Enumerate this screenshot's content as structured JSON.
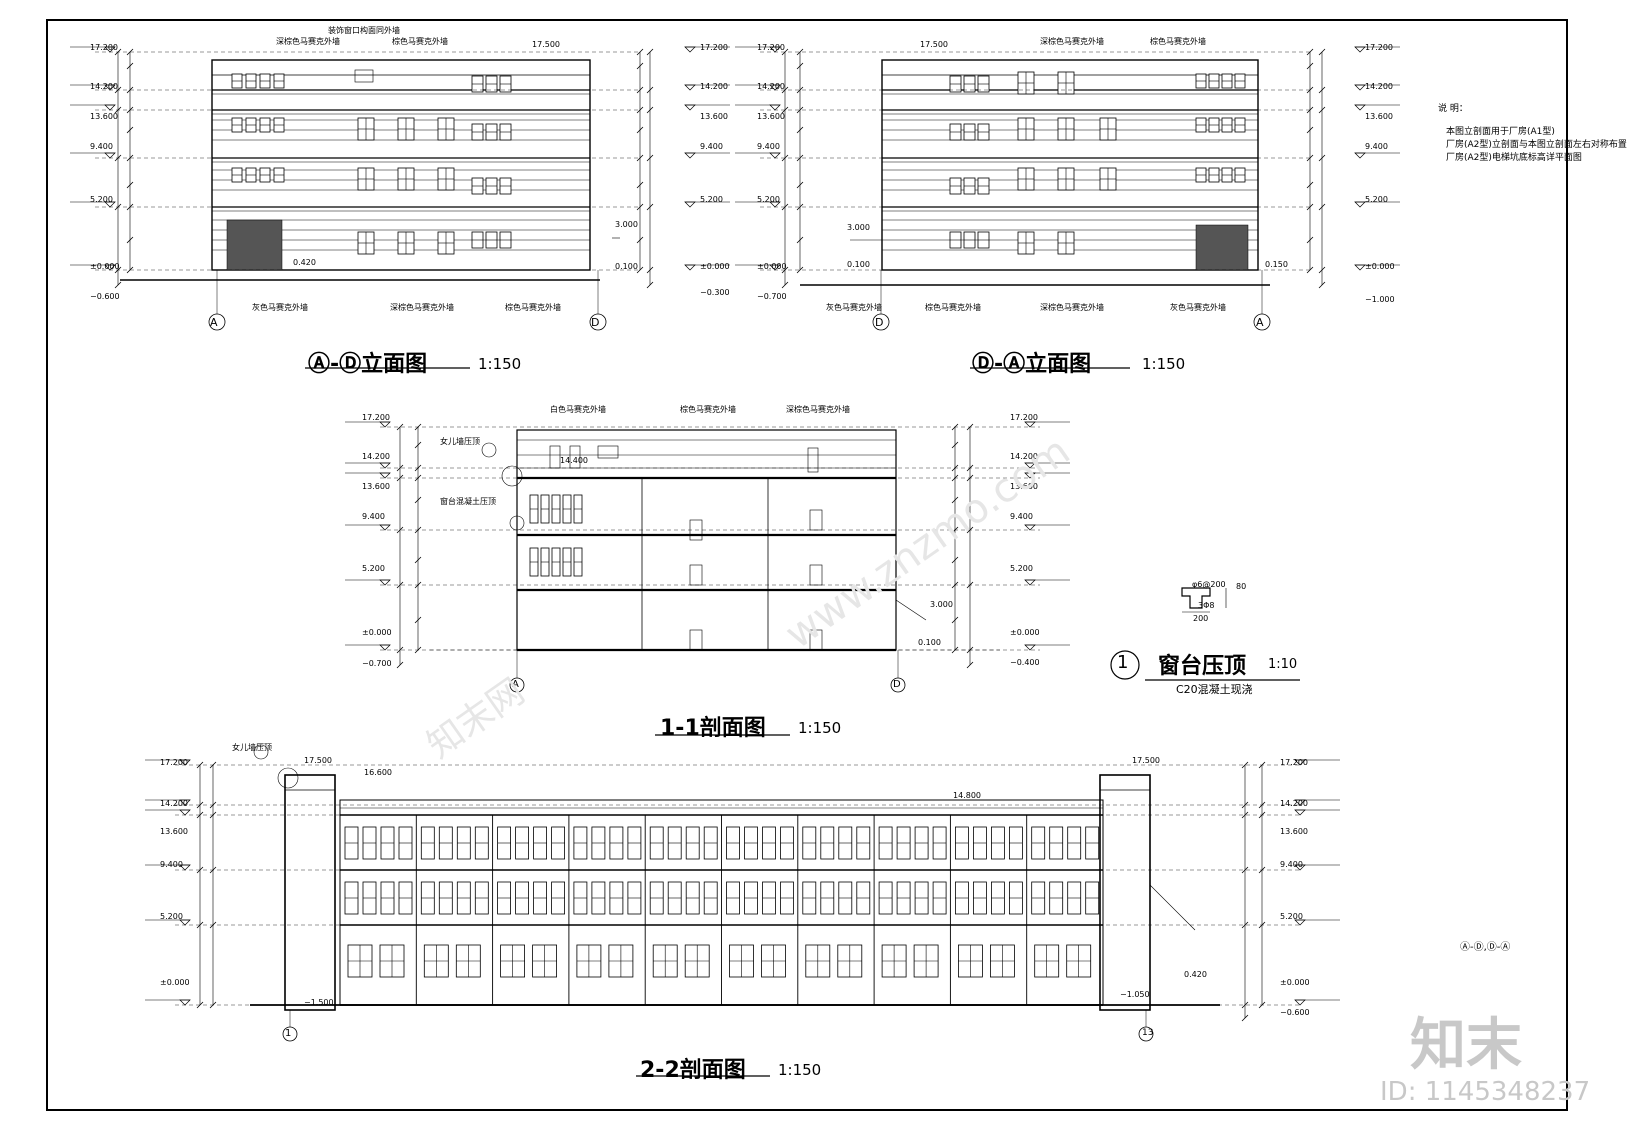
{
  "drawings": {
    "elev_ad": {
      "title": "Ⓐ-Ⓓ立面图",
      "scale": "1:150"
    },
    "elev_da": {
      "title": "Ⓓ-Ⓐ立面图",
      "scale": "1:150"
    },
    "sec_11": {
      "title": "1-1剖面图",
      "scale": "1:150"
    },
    "sec_22": {
      "title": "2-2剖面图",
      "scale": "1:150"
    },
    "detail": {
      "num": "1",
      "title": "窗台压顶",
      "scale": "1:10",
      "note": "C20混凝土现浇",
      "rebar": "φ6@200",
      "main_bar": "3Φ8",
      "width": "200",
      "height": "80"
    }
  },
  "notes": {
    "heading": "说 明：",
    "lines": [
      "本图立剖面用于厂房(A1型)",
      "厂房(A2型)立剖面与本图立剖面左右对称布置",
      "厂房(A2型)电梯坑底标高详平面图"
    ]
  },
  "side_ref": "Ⓐ-Ⓓ,Ⓓ-Ⓐ",
  "axes": {
    "a": "A",
    "d": "D",
    "one": "1",
    "thirteen": "13"
  },
  "levels": {
    "l172": "17.200",
    "l175": "17.500",
    "l166": "16.600",
    "l148": "14.800",
    "l142": "14.200",
    "l136": "13.600",
    "l94": "9.400",
    "l52": "5.200",
    "l30": "3.000",
    "l0": "±0.000",
    "lm06": "−0.600",
    "lm07": "−0.700",
    "lm03": "−0.300",
    "lm10": "−1.000",
    "lm04": "−0.400",
    "lm15": "−1.500",
    "lm105": "−1.050",
    "l042": "0.420",
    "l01": "0.100",
    "l015": "0.150",
    "l144": "14.400"
  },
  "callouts": {
    "c1": "装饰窗口构面同外墙",
    "c2": "深棕色马赛克外墙",
    "c3": "棕色马赛克外墙",
    "c4": "灰色马赛克外墙",
    "c5": "深棕色马赛克外墙",
    "c6": "棕色马赛克外墙",
    "c7": "白色马赛克外墙",
    "c8": "女儿墙压顶",
    "c9": "窗台混凝土压顶"
  },
  "watermark": {
    "brand": "知末",
    "id": "ID: 1145348237",
    "site": "www.znzmo.com",
    "cn": "知末网"
  }
}
